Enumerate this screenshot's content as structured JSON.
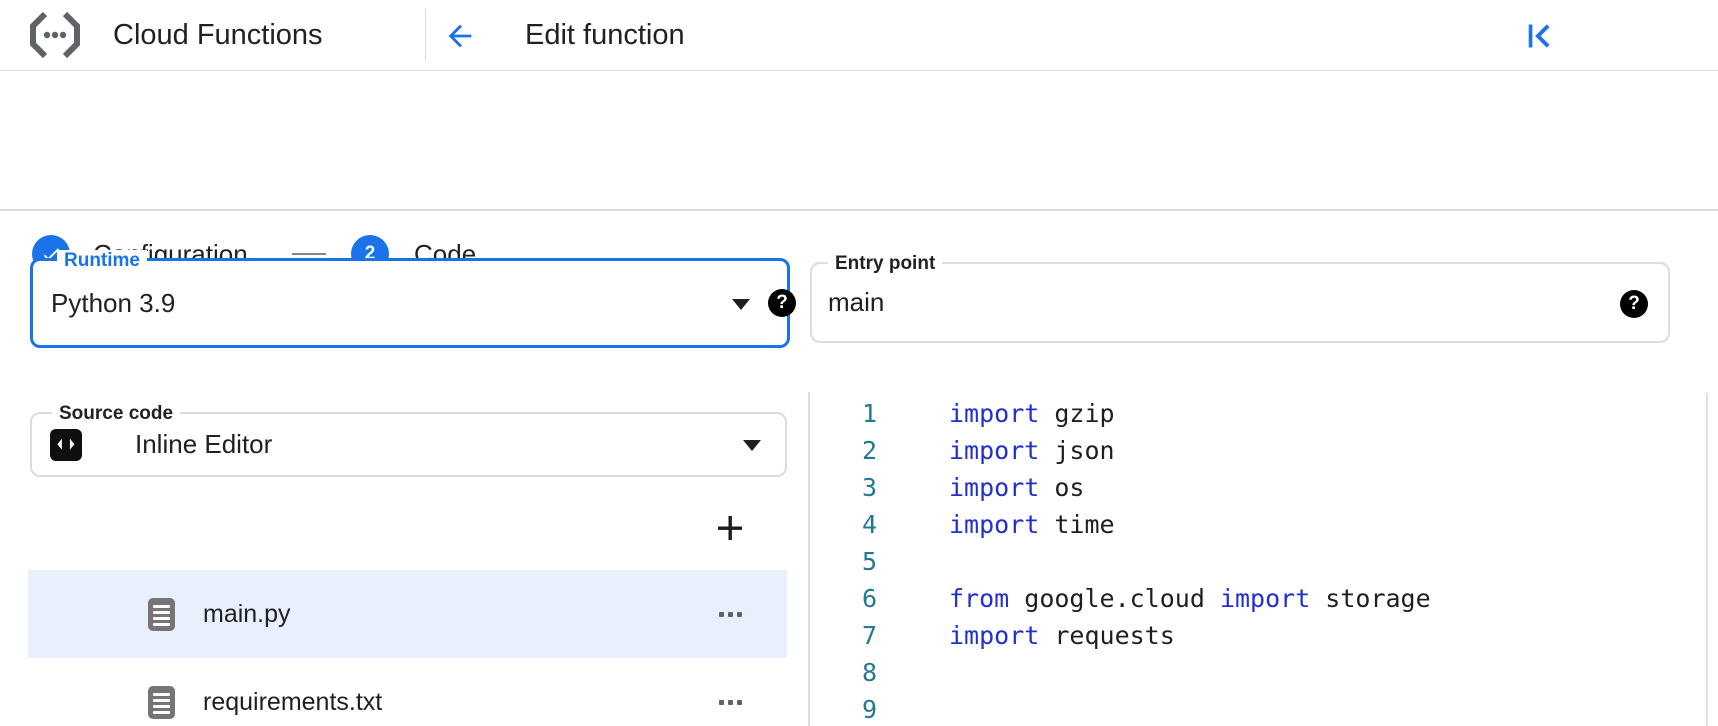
{
  "header": {
    "product": "Cloud Functions",
    "page_title": "Edit function"
  },
  "stepper": {
    "steps": [
      {
        "label": "Configuration",
        "state": "complete"
      },
      {
        "label": "Code",
        "number": "2",
        "state": "current"
      }
    ]
  },
  "form": {
    "runtime": {
      "label": "Runtime",
      "value": "Python 3.9",
      "help_icon": "?"
    },
    "entry_point": {
      "label": "Entry point",
      "value": "main",
      "help_icon": "?"
    },
    "source_code": {
      "label": "Source code",
      "value": "Inline Editor"
    }
  },
  "file_panel": {
    "add_button": "+",
    "files": [
      {
        "name": "main.py",
        "selected": true
      },
      {
        "name": "requirements.txt",
        "selected": false
      }
    ]
  },
  "editor": {
    "language": "python",
    "lines": [
      {
        "num": "1",
        "tokens": [
          {
            "type": "keyword",
            "text": "import"
          },
          {
            "type": "plain",
            "text": " gzip"
          }
        ]
      },
      {
        "num": "2",
        "tokens": [
          {
            "type": "keyword",
            "text": "import"
          },
          {
            "type": "plain",
            "text": " json"
          }
        ]
      },
      {
        "num": "3",
        "tokens": [
          {
            "type": "keyword",
            "text": "import"
          },
          {
            "type": "plain",
            "text": " os"
          }
        ]
      },
      {
        "num": "4",
        "tokens": [
          {
            "type": "keyword",
            "text": "import"
          },
          {
            "type": "plain",
            "text": " time"
          }
        ]
      },
      {
        "num": "5",
        "tokens": []
      },
      {
        "num": "6",
        "tokens": [
          {
            "type": "keyword",
            "text": "from"
          },
          {
            "type": "plain",
            "text": " google.cloud "
          },
          {
            "type": "keyword",
            "text": "import"
          },
          {
            "type": "plain",
            "text": " storage"
          }
        ]
      },
      {
        "num": "7",
        "tokens": [
          {
            "type": "keyword",
            "text": "import"
          },
          {
            "type": "plain",
            "text": " requests"
          }
        ]
      },
      {
        "num": "8",
        "tokens": []
      },
      {
        "num": "9",
        "tokens": []
      }
    ]
  },
  "colors": {
    "accent": "#1a73e8",
    "selected_row": "#e8f0fe",
    "keyword": "#2130d2",
    "line_number": "#237893",
    "icon_gray": "#757575"
  }
}
